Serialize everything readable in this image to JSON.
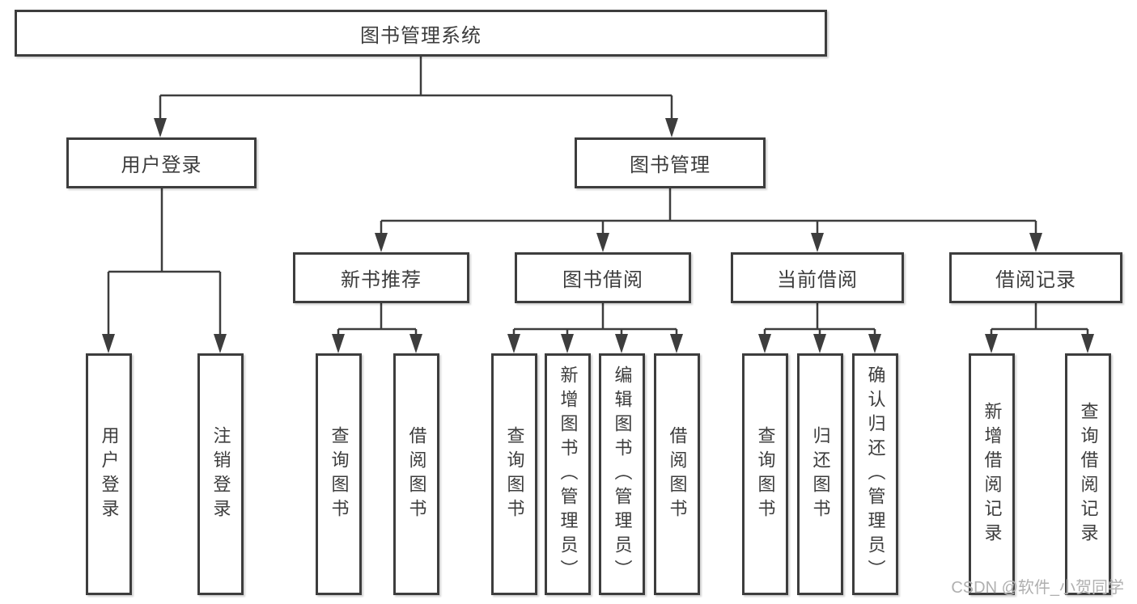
{
  "colors": {
    "line": "#3d3d3d",
    "text": "#3d3d3d",
    "background": "#ffffff",
    "watermark_text": "#b0b0b0"
  },
  "diagram": {
    "type": "hierarchy-tree",
    "root": {
      "label": "图书管理系统"
    },
    "level2": [
      {
        "label": "用户登录",
        "parent": "图书管理系统"
      },
      {
        "label": "图书管理",
        "parent": "图书管理系统"
      }
    ],
    "level3": [
      {
        "label": "新书推荐",
        "parent": "图书管理"
      },
      {
        "label": "图书借阅",
        "parent": "图书管理"
      },
      {
        "label": "当前借阅",
        "parent": "图书管理"
      },
      {
        "label": "借阅记录",
        "parent": "图书管理"
      }
    ],
    "leaves": [
      {
        "label": "用户登录",
        "parent": "用户登录"
      },
      {
        "label": "注销登录",
        "parent": "用户登录"
      },
      {
        "label": "查询图书",
        "parent": "新书推荐"
      },
      {
        "label": "借阅图书",
        "parent": "新书推荐"
      },
      {
        "label": "查询图书",
        "parent": "图书借阅"
      },
      {
        "label": "新增图书（管理员）",
        "parent": "图书借阅"
      },
      {
        "label": "编辑图书（管理员）",
        "parent": "图书借阅"
      },
      {
        "label": "借阅图书",
        "parent": "图书借阅"
      },
      {
        "label": "查询图书",
        "parent": "当前借阅"
      },
      {
        "label": "归还图书",
        "parent": "当前借阅"
      },
      {
        "label": "确认归还（管理员）",
        "parent": "当前借阅"
      },
      {
        "label": "新增借阅记录",
        "parent": "借阅记录"
      },
      {
        "label": "查询借阅记录",
        "parent": "借阅记录"
      }
    ]
  },
  "watermark": {
    "text": "CSDN @软件_小贺同学"
  }
}
